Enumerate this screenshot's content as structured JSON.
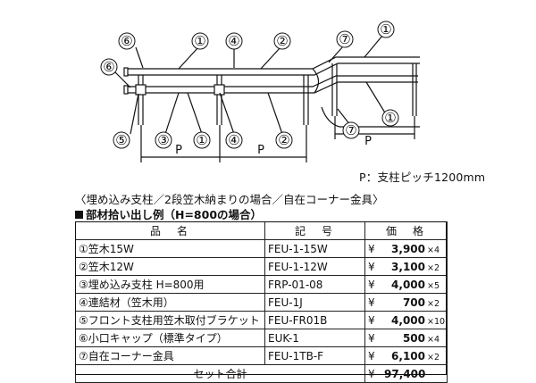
{
  "diagram": {
    "callouts_top": [
      "⑥",
      "①",
      "④",
      "②",
      "⑦",
      "①"
    ],
    "callout_left": "⑥",
    "callouts_bottom": [
      "⑤",
      "③",
      "①",
      "④",
      "②"
    ],
    "callouts_right": [
      "①",
      "⑦"
    ],
    "pitch_labels": [
      "P",
      "P",
      "P"
    ],
    "pitch_note": "P：支柱ピッチ1200mm"
  },
  "title": "〈埋め込み支柱／2段笠木納まりの場合／自在コーナー金具〉",
  "subtitle": "部材拾い出し例（H=800の場合）",
  "table": {
    "headers": [
      "品名",
      "記号",
      "価格"
    ],
    "rows": [
      {
        "name": "①笠木15W",
        "code": "FEU-1-15W",
        "yen": "¥",
        "price": "3,900",
        "qty": "×4"
      },
      {
        "name": "②笠木12W",
        "code": "FEU-1-12W",
        "yen": "¥",
        "price": "3,100",
        "qty": "×2"
      },
      {
        "name": "③埋め込み支柱 H=800用",
        "code": "FRP-01-08",
        "yen": "¥",
        "price": "4,000",
        "qty": "×5"
      },
      {
        "name": "④連結材（笠木用）",
        "code": "FEU-1J",
        "yen": "¥",
        "price": "700",
        "qty": "×2"
      },
      {
        "name": "⑤フロント支柱用笠木取付ブラケット",
        "code": "FEU-FR01B",
        "yen": "¥",
        "price": "4,000",
        "qty": "×10"
      },
      {
        "name": "⑥小口キャップ（標準タイプ）",
        "code": "EUK-1",
        "yen": "¥",
        "price": "500",
        "qty": "×4"
      },
      {
        "name": "⑦自在コーナー金具",
        "code": "FEU-1TB-F",
        "yen": "¥",
        "price": "6,100",
        "qty": "×2"
      }
    ],
    "total_label": "セット合計",
    "total_yen": "¥",
    "total_price": "97,400"
  }
}
